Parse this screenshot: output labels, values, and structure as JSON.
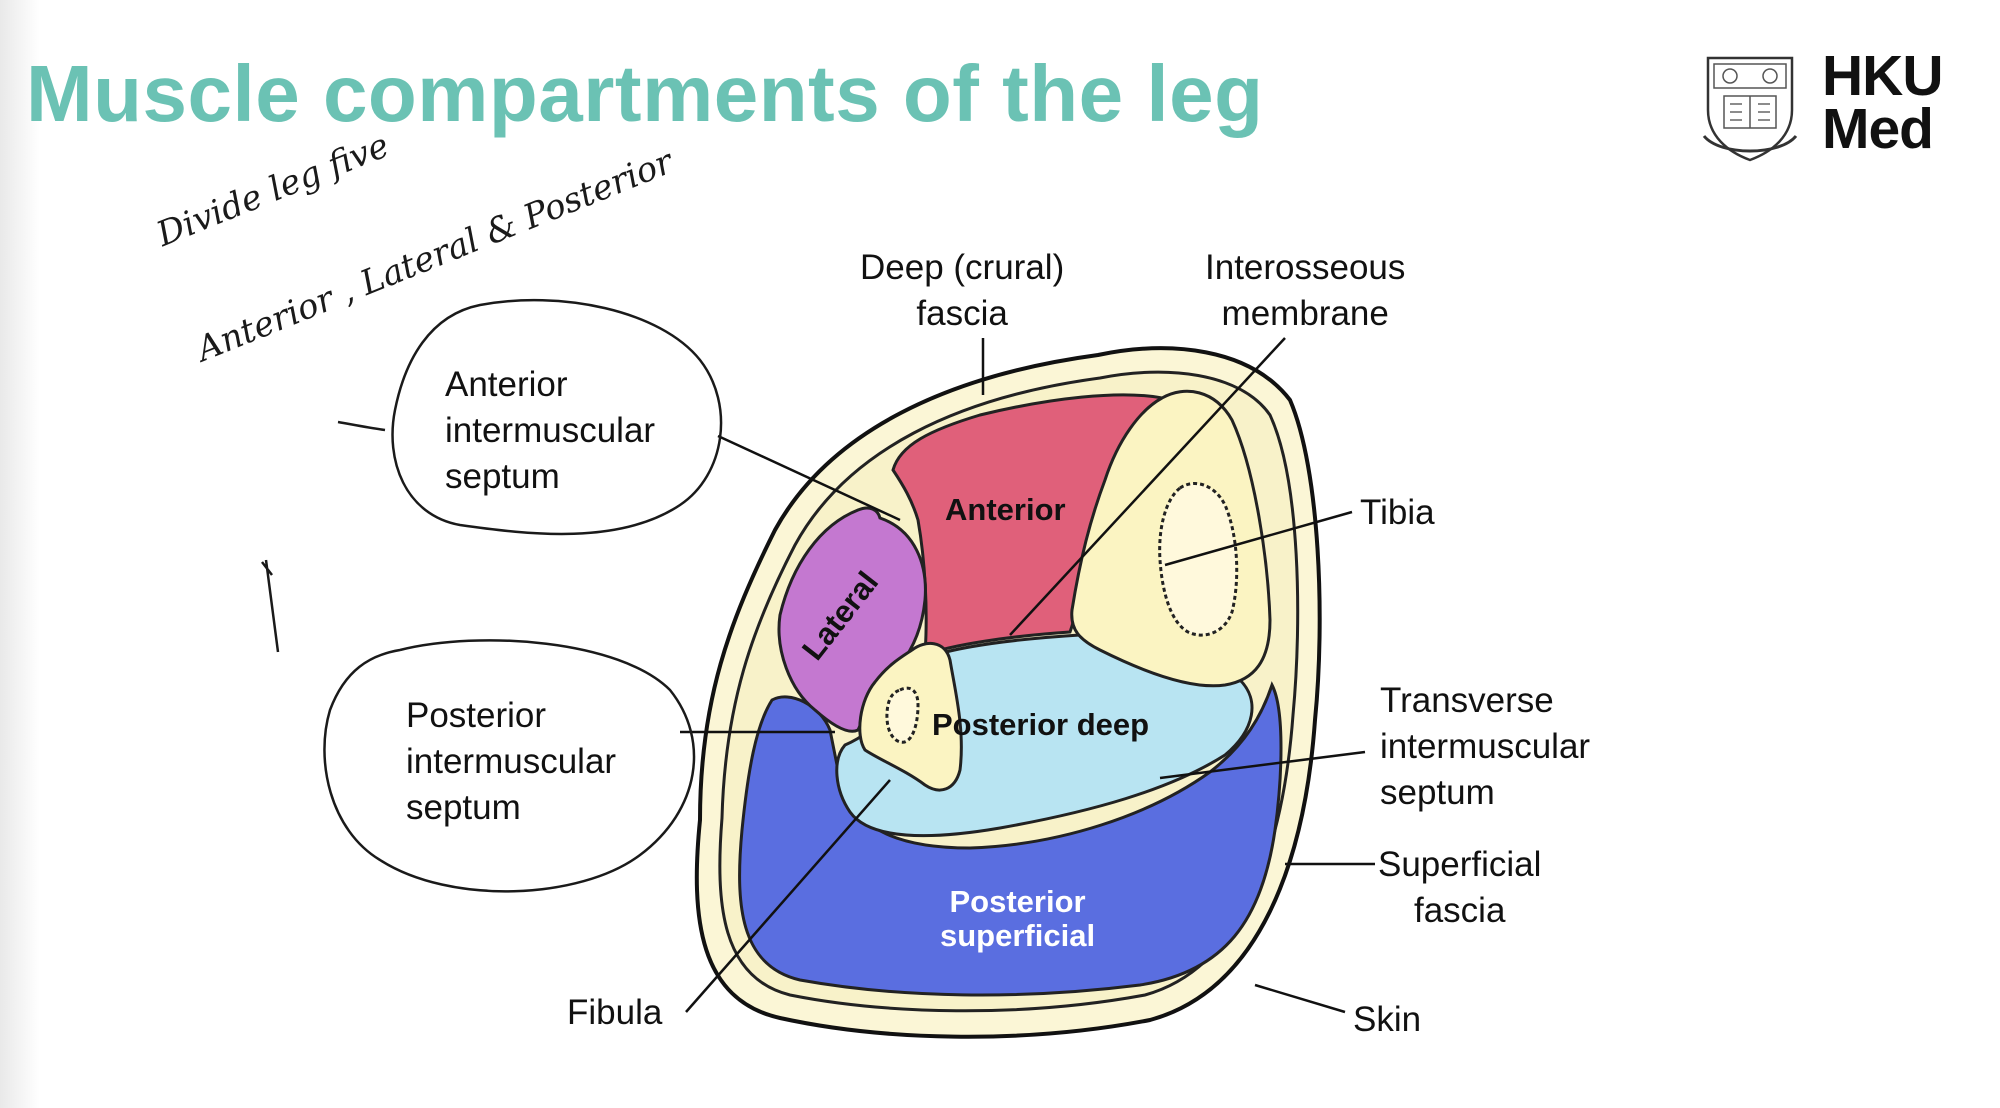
{
  "slide": {
    "title": "Muscle compartments of the leg",
    "logo": {
      "line1": "HKU",
      "line2": "Med",
      "icon": "university-crest-icon"
    },
    "handwriting": {
      "line1": "Divide leg five",
      "line2": "Anterior , Lateral & Posterior"
    }
  },
  "diagram": {
    "compartments": {
      "anterior": "Anterior",
      "lateral": "Lateral",
      "posterior_deep": "Posterior deep",
      "posterior_superficial_1": "Posterior",
      "posterior_superficial_2": "superficial"
    },
    "labels": {
      "deep_fascia": [
        "Deep (crural)",
        "fascia"
      ],
      "interosseous": [
        "Interosseous",
        "membrane"
      ],
      "tibia": "Tibia",
      "anterior_septum": [
        "Anterior",
        "intermuscular",
        "septum"
      ],
      "posterior_septum": [
        "Posterior",
        "intermuscular",
        "septum"
      ],
      "transverse_septum": [
        "Transverse",
        "intermuscular",
        "septum"
      ],
      "superficial_fascia": [
        "Superficial",
        "fascia"
      ],
      "fibula": "Fibula",
      "skin": "Skin"
    },
    "colors": {
      "title": "#6bc2b4",
      "anterior": "#e0607a",
      "lateral": "#c478d0",
      "posterior_deep": "#b8e4f2",
      "posterior_superficial": "#5a6ee0",
      "bone": "#fbf4c2",
      "fascia": "#f8f2c9",
      "annotation_ink": "#1a1a1a"
    }
  }
}
